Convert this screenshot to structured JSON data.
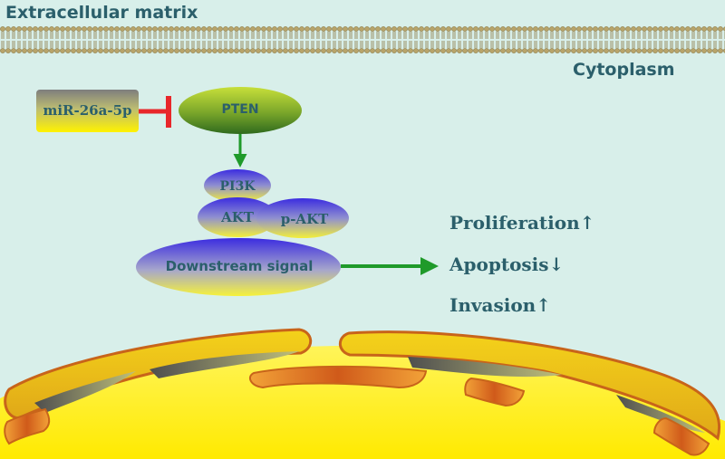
{
  "labels": {
    "extracellular": "Extracellular matrix",
    "cytoplasm": "Cytoplasm"
  },
  "nodes": {
    "mir": "miR-26a-5p",
    "pten": "PTEN",
    "pi3k": "PI3K",
    "akt": "AKT",
    "pakt": "p-AKT",
    "downstream": "Downstream signal"
  },
  "outcomes": {
    "proliferation": "Proliferation↑",
    "apoptosis": "Apoptosis↓",
    "invasion": "Invasion↑"
  },
  "colors": {
    "background": "#d8efea",
    "text": "#2b5f6b",
    "inhibit": "#e8262a",
    "activate": "#1f9a2a",
    "nucleus": "#ffef1a",
    "nuclear_envelope": "#c8641a"
  }
}
